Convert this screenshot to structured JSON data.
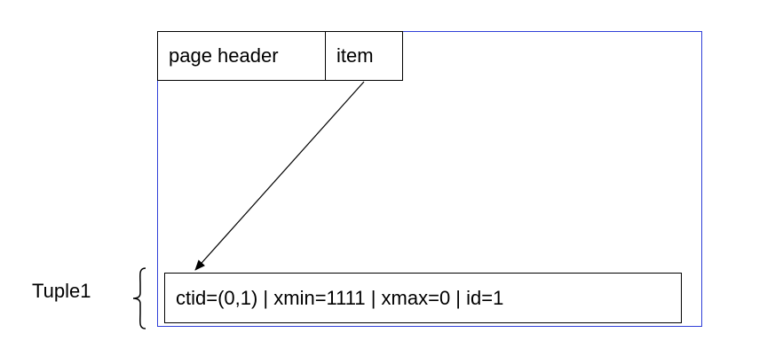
{
  "page": {
    "header_label": "page header",
    "item_label": "item"
  },
  "tuple": {
    "label": "Tuple1",
    "contents": "ctid=(0,1) | xmin=1111 | xmax=0 | id=1"
  },
  "colors": {
    "page_border": "#2f3fd8",
    "cell_border": "#000000",
    "text": "#000000"
  }
}
